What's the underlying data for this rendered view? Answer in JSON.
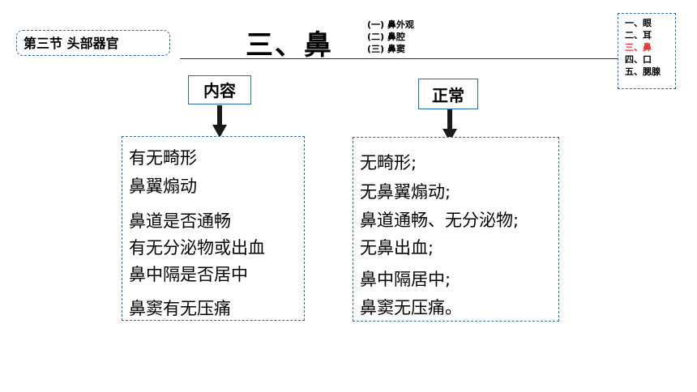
{
  "header": {
    "section_label": "第三节  头部器官",
    "title": "三、鼻",
    "subtopics": [
      "(一)  鼻外观",
      "(二)  鼻腔",
      "(三)  鼻窦"
    ]
  },
  "chapter_nav": {
    "items": [
      {
        "label": "一、眼",
        "active": false
      },
      {
        "label": "二、耳",
        "active": false
      },
      {
        "label": "三、鼻",
        "active": true
      },
      {
        "label": "四、口",
        "active": false
      },
      {
        "label": "五、腮腺",
        "active": false
      }
    ],
    "active_color": "#e53935"
  },
  "columns": {
    "content": {
      "header": "内容",
      "items": [
        "有无畸形",
        "鼻翼煽动",
        "鼻道是否通畅",
        "有无分泌物或出血",
        "鼻中隔是否居中",
        "鼻窦有无压痛"
      ]
    },
    "normal": {
      "header": "正常",
      "items": [
        "无畸形;",
        "无鼻翼煽动;",
        "鼻道通畅、无分泌物;",
        "无鼻出血;",
        "鼻中隔居中;",
        "鼻窦无压痛。"
      ]
    }
  },
  "colors": {
    "border_blue": "#2b6cb0",
    "arrow": "#1a1a1a"
  }
}
